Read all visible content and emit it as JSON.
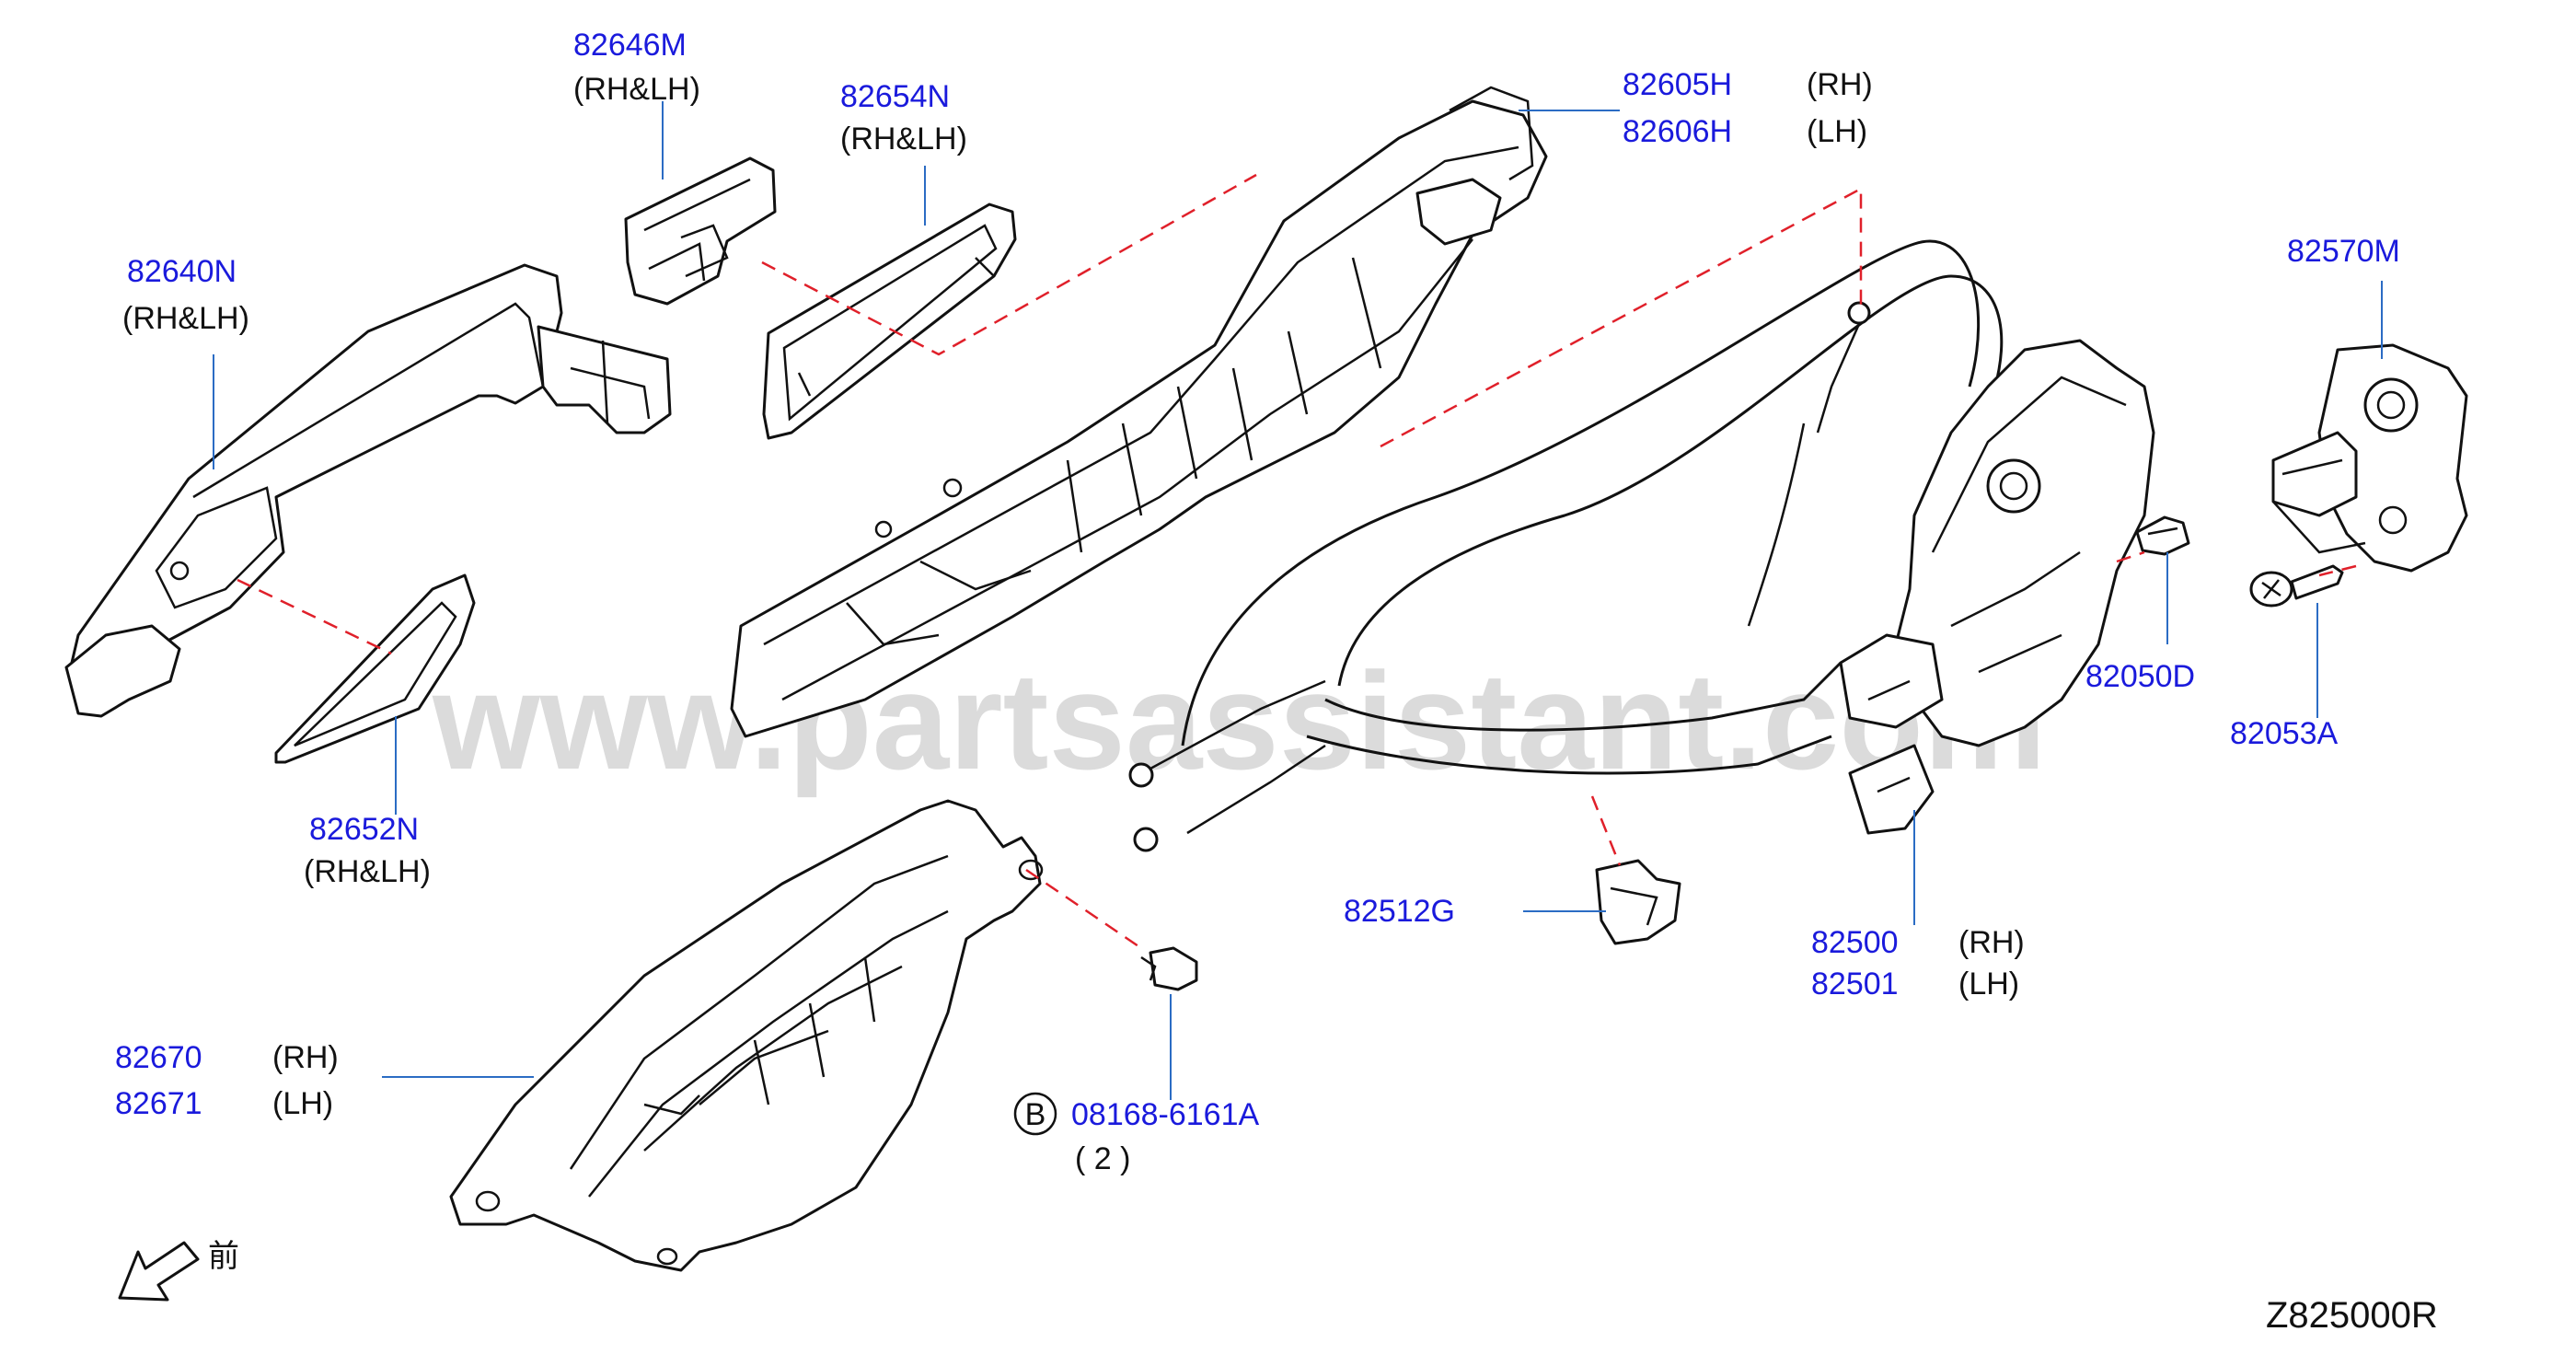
{
  "watermark": "www.partsassistant.com",
  "diagram_code": "Z825000R",
  "front_glyph": "前",
  "callouts": [
    {
      "id": "c1",
      "part": "82646M",
      "note": "(RH&LH)"
    },
    {
      "id": "c2",
      "part": "82654N",
      "note": "(RH&LH)"
    },
    {
      "id": "c3",
      "part": "82640N",
      "note": "(RH&LH)"
    },
    {
      "id": "c4",
      "part": "82652N",
      "note": "(RH&LH)"
    },
    {
      "id": "c5",
      "part": "82605H",
      "note": "(RH)"
    },
    {
      "id": "c6",
      "part": "82606H",
      "note": "(LH)"
    },
    {
      "id": "c7",
      "part": "82570M",
      "note": ""
    },
    {
      "id": "c8",
      "part": "82050D",
      "note": ""
    },
    {
      "id": "c9",
      "part": "82053A",
      "note": ""
    },
    {
      "id": "c10",
      "part": "82512G",
      "note": ""
    },
    {
      "id": "c11",
      "part": "82500",
      "note": "(RH)"
    },
    {
      "id": "c12",
      "part": "82501",
      "note": "(LH)"
    },
    {
      "id": "c13",
      "part": "82670",
      "note": "(RH)"
    },
    {
      "id": "c14",
      "part": "82671",
      "note": "(LH)"
    },
    {
      "id": "c15",
      "part": "08168-6161A",
      "note": "( 2 )",
      "badge": "B"
    }
  ]
}
